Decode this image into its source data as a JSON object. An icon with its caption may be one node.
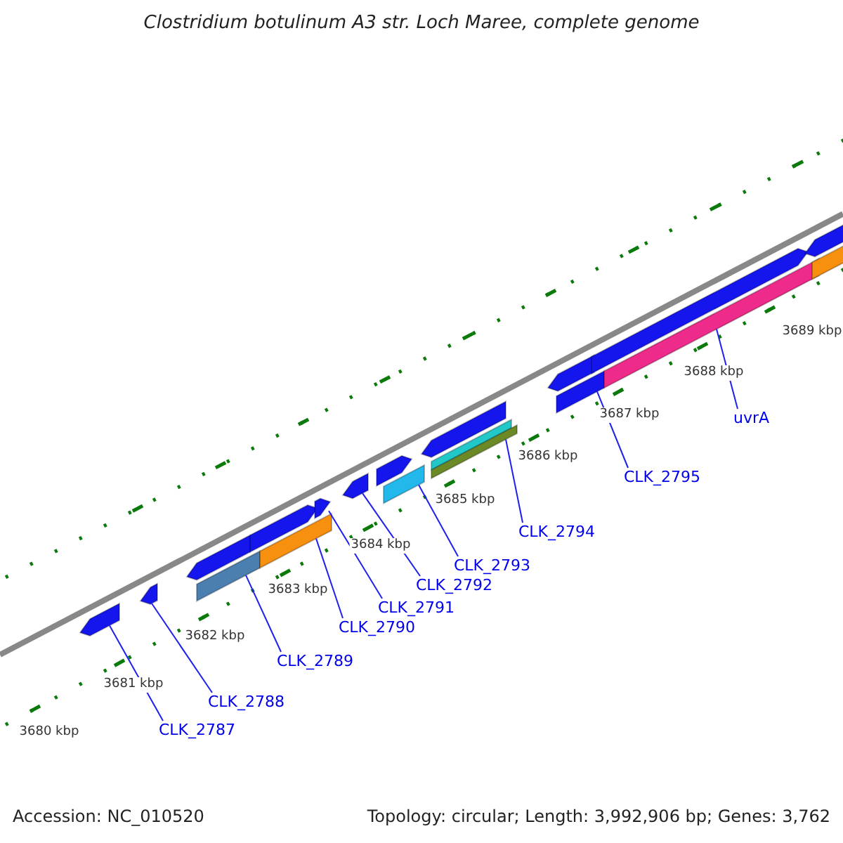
{
  "diagram": {
    "title": "Clostridium botulinum A3 str. Loch Maree, complete genome",
    "nodes": [
      {
        "text": [
          "CLK_2787"
        ]
      },
      {
        "text": [
          "CLK_2788"
        ]
      },
      {
        "text": [
          "CLK_2789"
        ]
      },
      {
        "text": [
          "CLK_2790"
        ]
      },
      {
        "text": [
          "CLK_2791"
        ]
      },
      {
        "text": [
          "CLK_2792"
        ]
      },
      {
        "text": [
          "CLK_2793"
        ]
      },
      {
        "text": [
          "CLK_2794"
        ]
      },
      {
        "text": [
          "CLK_2795"
        ]
      },
      {
        "text": [
          "uvrA"
        ]
      },
      {
        "text": [],
        "shape": "arrow"
      },
      {
        "text": [],
        "shape": "arrow"
      },
      {
        "text": [],
        "shape": "arrow"
      },
      {
        "text": [],
        "shape": "bar"
      },
      {
        "text": [],
        "shape": "arrow"
      },
      {
        "text": [],
        "shape": "bar"
      },
      {
        "text": [],
        "shape": "arrow"
      },
      {
        "text": [],
        "shape": "arrow"
      },
      {
        "text": [],
        "shape": "arrow"
      },
      {
        "text": [],
        "shape": "bar"
      },
      {
        "text": [],
        "shape": "arrow"
      },
      {
        "text": [],
        "shape": "bar"
      },
      {
        "text": [],
        "shape": "bar"
      },
      {
        "text": [],
        "shape": "arrow"
      },
      {
        "text": [],
        "shape": "bar"
      },
      {
        "text": [],
        "shape": "arrow"
      },
      {
        "text": [],
        "shape": "bar"
      },
      {
        "text": [],
        "shape": "arrow"
      },
      {
        "text": [],
        "shape": "bar"
      }
    ],
    "edges": [
      {
        "from": 0,
        "to": 10,
        "arrow": "none"
      },
      {
        "from": 1,
        "to": 11,
        "arrow": "none"
      },
      {
        "from": 2,
        "to": 13,
        "arrow": "none"
      },
      {
        "from": 3,
        "to": 15,
        "arrow": "none"
      },
      {
        "from": 4,
        "to": 16,
        "arrow": "none"
      },
      {
        "from": 5,
        "to": 17,
        "arrow": "none"
      },
      {
        "from": 6,
        "to": 19,
        "arrow": "none"
      },
      {
        "from": 7,
        "to": 22,
        "arrow": "none"
      },
      {
        "from": 8,
        "to": 24,
        "arrow": "none"
      },
      {
        "from": 9,
        "to": 26,
        "arrow": "none"
      }
    ],
    "labels": [
      "3689 kbp",
      "3688 kbp",
      "3687 kbp",
      "3686 kbp",
      "3685 kbp",
      "3684 kbp",
      "3683 kbp",
      "3682 kbp",
      "3681 kbp",
      "3680 kbp",
      "Accession: NC_010520",
      "Topology: circular; Length: 3,992,906 bp; Genes: 3,762"
    ]
  }
}
